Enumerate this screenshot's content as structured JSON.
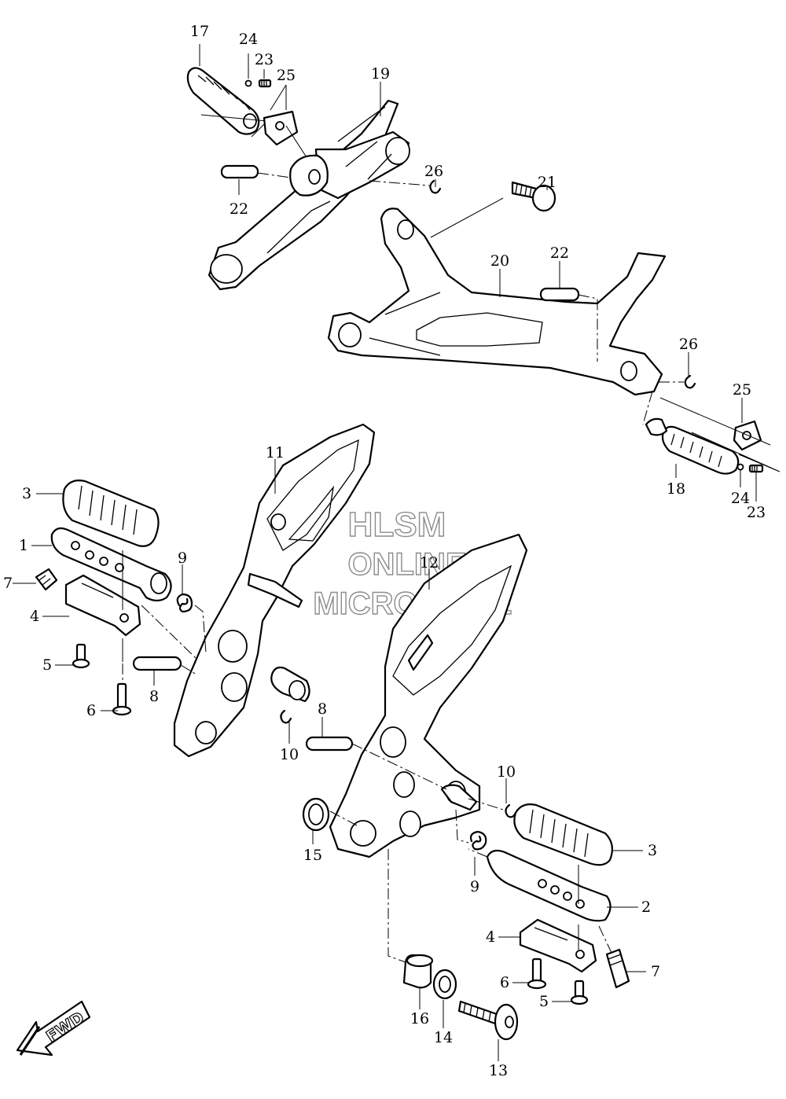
{
  "watermark": {
    "line1": "HLSM",
    "line2": "ONLINE",
    "line3": "MICROFICHE"
  },
  "direction_arrow": {
    "label": "FWD",
    "icon": "fwd-arrow-icon"
  },
  "callouts": {
    "c17": "17",
    "c24a": "24",
    "c23a": "23",
    "c25a": "25",
    "c19": "19",
    "c26a": "26",
    "c22a": "22",
    "c21": "21",
    "c22b": "22",
    "c20": "20",
    "c26b": "26",
    "c25b": "25",
    "c18": "18",
    "c24b": "24",
    "c23b": "23",
    "c11": "11",
    "c3a": "3",
    "c1": "1",
    "c9a": "9",
    "c7a": "7",
    "c4a": "4",
    "c5a": "5",
    "c8a": "8",
    "c6a": "6",
    "c10a": "10",
    "c12": "12",
    "c8b": "8",
    "c10b": "10",
    "c15": "15",
    "c3b": "3",
    "c9b": "9",
    "c2": "2",
    "c4b": "4",
    "c7b": "7",
    "c6b": "6",
    "c5b": "5",
    "c16": "16",
    "c14": "14",
    "c13": "13"
  }
}
